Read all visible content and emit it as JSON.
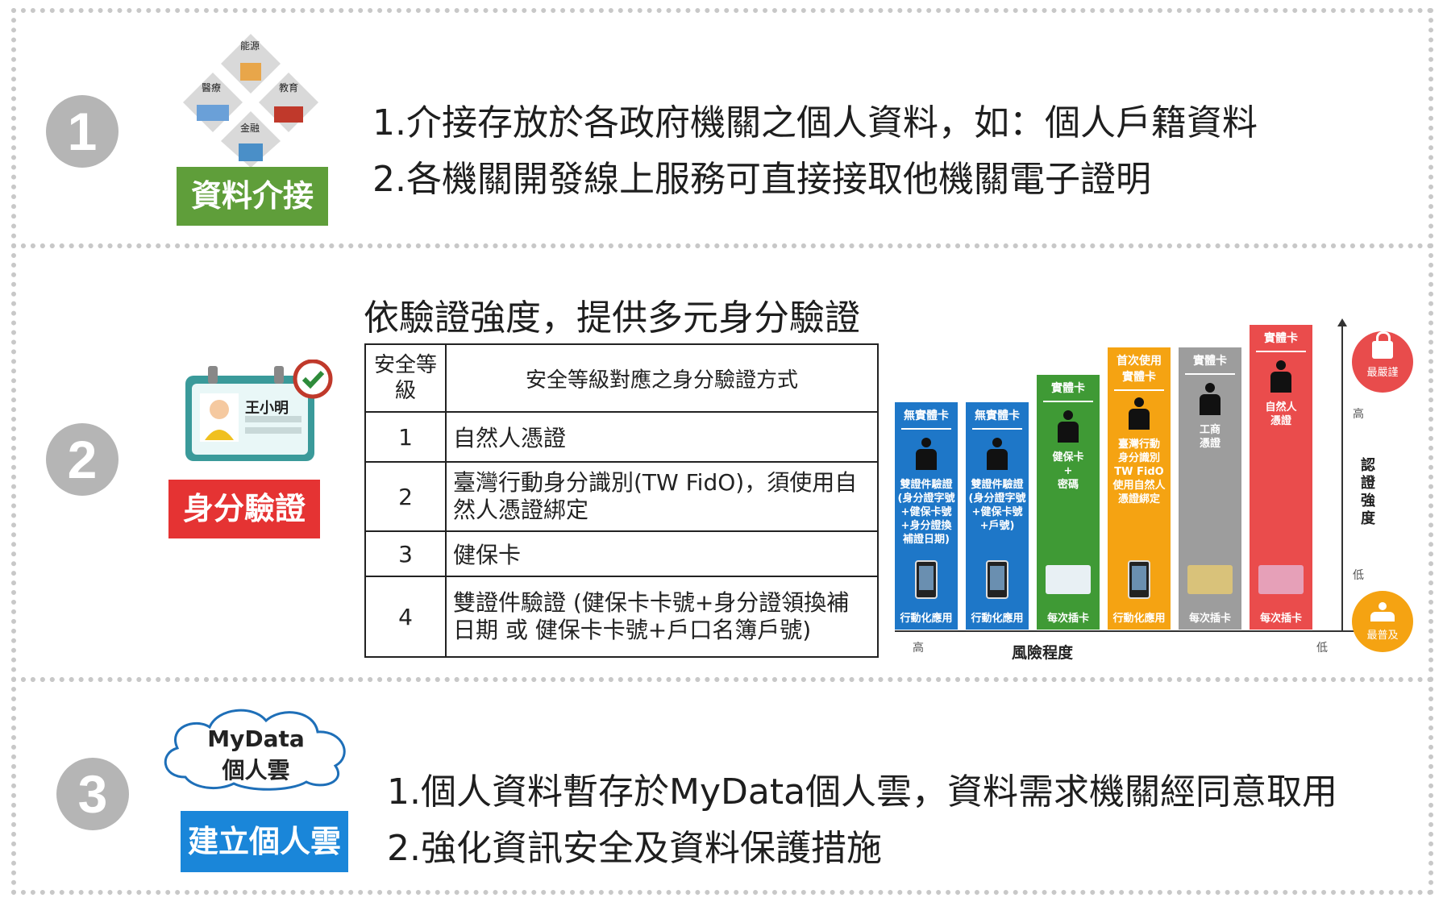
{
  "section1": {
    "number": "1",
    "icon_labels": [
      "能源",
      "醫療",
      "教育",
      "金融"
    ],
    "tag": "資料介接",
    "lines": [
      "1.介接存放於各政府機關之個人資料，如：個人戶籍資料",
      "2.各機關開發線上服務可直接接取他機關電子證明"
    ]
  },
  "section2": {
    "number": "2",
    "id_card_name": "王小明",
    "tag": "身分驗證",
    "title": "依驗證強度，提供多元身分驗證",
    "table": {
      "header_level": "安全等級",
      "header_method": "安全等級對應之身分驗證方式",
      "rows": [
        {
          "level": "1",
          "method": "自然人憑證"
        },
        {
          "level": "2",
          "method": "臺灣行動身分識別(TW FidO)，須使用自然人憑證綁定"
        },
        {
          "level": "3",
          "method": "健保卡"
        },
        {
          "level": "4",
          "method": "雙證件驗證 (健保卡卡號+身分證領換補日期 或 健保卡卡號+戶口名簿戶號)"
        }
      ]
    },
    "diagram": {
      "columns": [
        {
          "head": "無實體卡",
          "body": "雙證件驗證\n(身分證字號\n+健保卡號\n+身分證換\n補證日期)",
          "foot": "行動化應用",
          "color": "#1e77c8"
        },
        {
          "head": "無實體卡",
          "body": "雙證件驗證\n(身分證字號\n+健保卡號\n+戶號)",
          "foot": "行動化應用",
          "color": "#1e77c8"
        },
        {
          "head": "實體卡",
          "body": "健保卡\n+\n密碼",
          "foot": "每次插卡",
          "color": "#3f9a35"
        },
        {
          "head": "首次使用\n實體卡",
          "body": "臺灣行動\n身分識別\nTW FidO\n使用自然人\n憑證綁定",
          "foot": "行動化應用",
          "color": "#f5a312"
        },
        {
          "head": "實體卡",
          "body": "工商\n憑證",
          "foot": "每次插卡",
          "color": "#9d9d9d"
        },
        {
          "head": "實體卡",
          "body": "自然人\n憑證",
          "foot": "每次插卡",
          "color": "#ea4c4c"
        }
      ],
      "x_axis_label": "風險程度",
      "x_high": "高",
      "x_low": "低",
      "y_axis_label": "認證強度",
      "y_high": "高",
      "y_low": "低",
      "top_badge": "最嚴謹",
      "bottom_badge": "最普及"
    }
  },
  "section3": {
    "number": "3",
    "cloud_text": [
      "MyData",
      "個人雲"
    ],
    "tag": "建立個人雲",
    "lines": [
      "1.個人資料暫存於MyData個人雲，資料需求機關經同意取用",
      "2.強化資訊安全及資料保護措施"
    ]
  }
}
